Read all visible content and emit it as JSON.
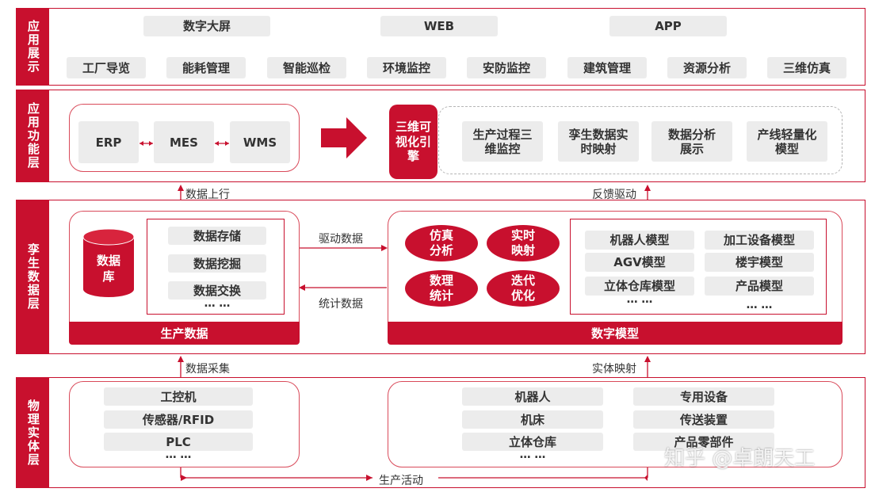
{
  "layers": {
    "app_display": "应用展示",
    "app_function": "应用功能层",
    "twin_data": "孪生数据层",
    "physical": "物理实体层"
  },
  "display": {
    "row1": [
      "数字大屏",
      "WEB",
      "APP"
    ],
    "row2": [
      "工厂导览",
      "能耗管理",
      "智能巡检",
      "环境监控",
      "安防监控",
      "建筑管理",
      "资源分析",
      "三维仿真"
    ]
  },
  "function": {
    "systems": [
      "ERP",
      "MES",
      "WMS"
    ],
    "engine": "三维可视化引擎",
    "features": [
      "生产过程三维监控",
      "孪生数据实时映射",
      "数据分析展示",
      "产线轻量化模型"
    ]
  },
  "flows": {
    "data_up": "数据上行",
    "feedback": "反馈驱动",
    "drive_data": "驱动数据",
    "stat_data": "统计数据",
    "data_collect": "数据采集",
    "entity_map": "实体映射",
    "production": "生产活动"
  },
  "twin": {
    "database": "数据库",
    "data_ops": [
      "数据存储",
      "数据挖掘",
      "数据交换"
    ],
    "ellipsis": "… …",
    "production_data": "生产数据",
    "ovals": [
      "仿真分析",
      "实时映射",
      "数理统计",
      "迭代优化"
    ],
    "models": [
      "机器人模型",
      "加工设备模型",
      "AGV模型",
      "楼宇模型",
      "立体仓库模型",
      "产品模型"
    ],
    "digital_model": "数字模型"
  },
  "physical": {
    "left_items": [
      "工控机",
      "传感器/RFID",
      "PLC"
    ],
    "right_col1": [
      "机器人",
      "机床",
      "立体仓库"
    ],
    "right_col2": [
      "专用设备",
      "传送装置",
      "产品零部件"
    ],
    "ellipsis": "… …"
  },
  "watermark": "知乎 @卓朗天工",
  "colors": {
    "accent": "#c8102e",
    "gray_box": "#ececec"
  }
}
